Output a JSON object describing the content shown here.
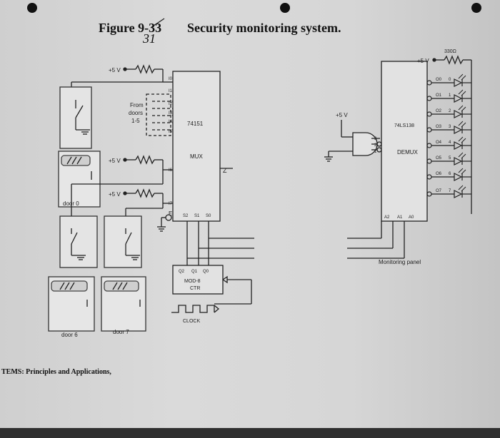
{
  "figure": {
    "number_printed": "Figure 9-33",
    "number_handwritten": "31",
    "title": "Security monitoring system."
  },
  "footer_text": "TEMS: Principles and Applications,",
  "supply": {
    "v5": "+5 V",
    "v5_right": "+5 V",
    "resistor_value": "330Ω"
  },
  "doors": {
    "door0": "door 0",
    "door6": "door 6",
    "door7": "door 7",
    "from_doors_line1": "From",
    "from_doors_line2": "doors",
    "from_doors_line3": "1-5"
  },
  "mux": {
    "part": "74151",
    "name": "MUX",
    "inputs": [
      "I0",
      "I1",
      "I2",
      "I3",
      "I4",
      "I5",
      "I6",
      "I7"
    ],
    "output": "Z",
    "enable": "E",
    "selects": [
      "S2",
      "S1",
      "S0"
    ]
  },
  "counter": {
    "outputs": [
      "Q2",
      "Q1",
      "Q0"
    ],
    "name_line1": "MOD-8",
    "name_line2": "CTR",
    "clock_label": "CLOCK"
  },
  "gate": {
    "inputs": [
      "3",
      "2",
      "1"
    ]
  },
  "demux": {
    "part": "74LS138",
    "name": "DEMUX",
    "outputs": [
      "O0",
      "O1",
      "O2",
      "O3",
      "O4",
      "O5",
      "O6",
      "O7"
    ],
    "output_numbers": [
      "0",
      "1",
      "2",
      "3",
      "4",
      "5",
      "6",
      "7"
    ],
    "selects": [
      "A2",
      "A1",
      "A0"
    ]
  },
  "panel_label": "Monitoring panel"
}
